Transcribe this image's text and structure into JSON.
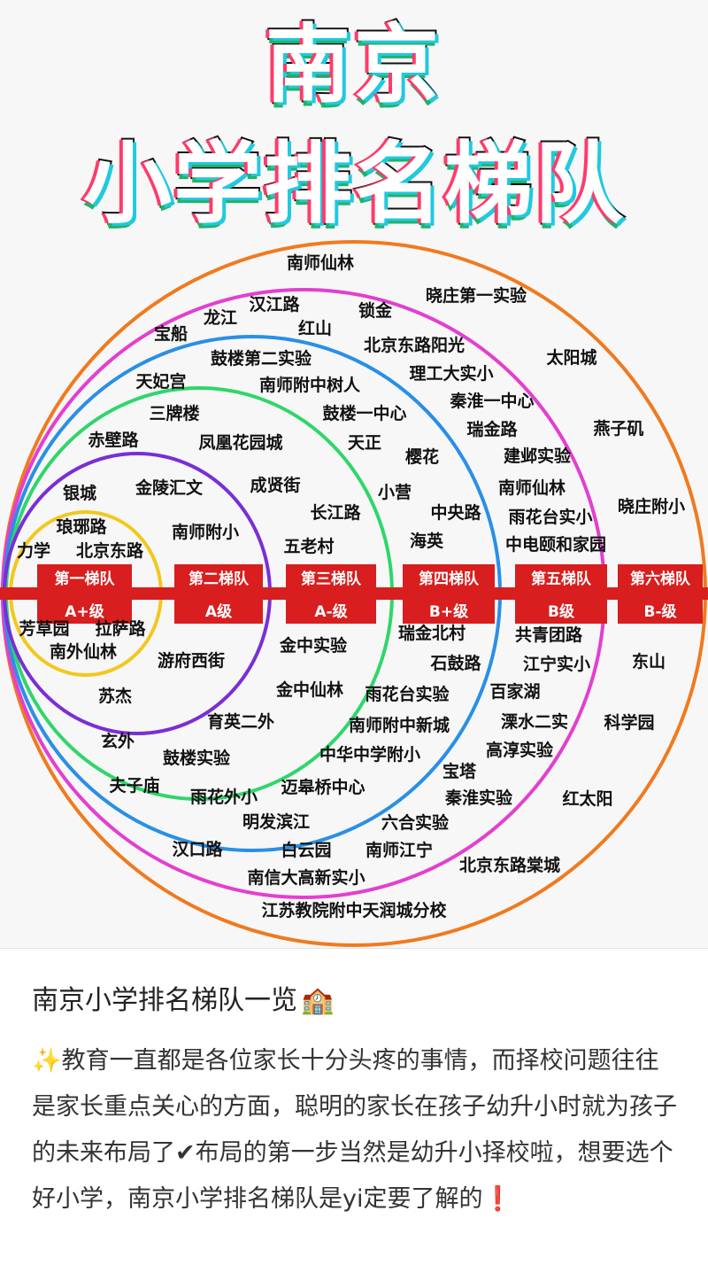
{
  "title": {
    "line1": "南京",
    "line2": "小学排名梯队"
  },
  "tiers": [
    {
      "name": "第一梯队",
      "grade": "A+级",
      "color": "#f2c81e"
    },
    {
      "name": "第二梯队",
      "grade": "A级",
      "color": "#7a2ed6"
    },
    {
      "name": "第三梯队",
      "grade": "A-级",
      "color": "#2fd66b"
    },
    {
      "name": "第四梯队",
      "grade": "B+级",
      "color": "#2a8fe6"
    },
    {
      "name": "第五梯队",
      "grade": "B级",
      "color": "#e33fd0"
    },
    {
      "name": "第六梯队",
      "grade": "B-级",
      "color": "#f07a1f"
    }
  ],
  "schools": [
    "南师仙林",
    "晓庄第一实验",
    "汉江路",
    "锁金",
    "龙江",
    "红山",
    "宝船",
    "北京东路阳光",
    "鼓楼第二实验",
    "太阳城",
    "理工大实小",
    "天妃宫",
    "南师附中树人",
    "秦淮一中心",
    "三牌楼",
    "鼓楼一中心",
    "瑞金路",
    "燕子矶",
    "赤壁路",
    "凤凰花园城",
    "天正",
    "建邺实验",
    "樱花",
    "银城",
    "金陵汇文",
    "成贤街",
    "小营",
    "南师仙林",
    "长江路",
    "中央路",
    "雨花台实小",
    "晓庄附小",
    "琅琊路",
    "南师附小",
    "力学",
    "北京东路",
    "海英",
    "五老村",
    "中电颐和家园",
    "芳草园",
    "拉萨路",
    "瑞金北村",
    "共青团路",
    "南外仙林",
    "金中实验",
    "石鼓路",
    "游府西街",
    "江宁实小",
    "东山",
    "金中仙林",
    "百家湖",
    "苏杰",
    "雨花台实验",
    "育英二外",
    "南师附中新城",
    "溧水二实",
    "科学园",
    "玄外",
    "高淳实验",
    "中华中学附小",
    "鼓楼实验",
    "宝塔",
    "夫子庙",
    "迈皋桥中心",
    "雨花外小",
    "秦淮实验",
    "红太阳",
    "明发滨江",
    "六合实验",
    "汉口路",
    "白云园",
    "南师江宁",
    "北京东路棠城",
    "南信大高新实小",
    "江苏教院附中天润城分校"
  ],
  "caption": {
    "title": "南京小学排名梯队一览",
    "title_icon": "🏫"
  },
  "body": {
    "sparkle": "✨",
    "text1": "教育一直都是各位家长十分头疼的事情，而择校问题往往是家长重点关心的方面，聪明的家长在孩子幼升小时就为孩子的未来布局了",
    "check": "✔",
    "text2": "布局的第一步当然是幼升小择校啦，想要选个好小学，南京小学排名梯队是yi定要了解的",
    "bang": "❗"
  }
}
